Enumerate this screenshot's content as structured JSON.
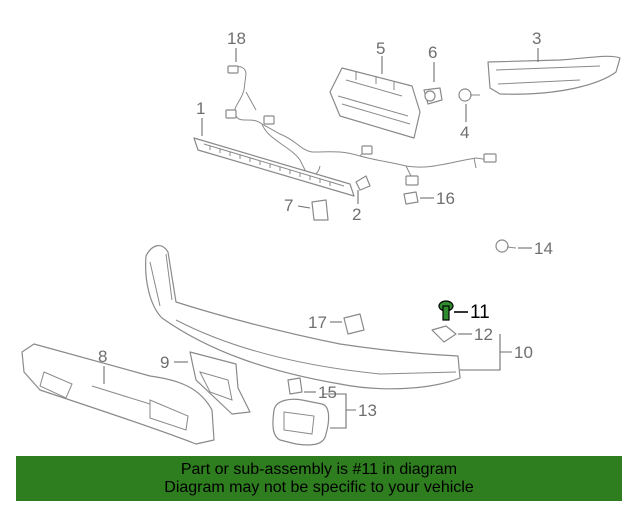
{
  "diagram": {
    "callouts": [
      {
        "id": "18",
        "label": "18"
      },
      {
        "id": "5",
        "label": "5"
      },
      {
        "id": "6",
        "label": "6"
      },
      {
        "id": "3",
        "label": "3"
      },
      {
        "id": "4",
        "label": "4"
      },
      {
        "id": "1",
        "label": "1"
      },
      {
        "id": "7",
        "label": "7"
      },
      {
        "id": "2",
        "label": "2"
      },
      {
        "id": "16",
        "label": "16"
      },
      {
        "id": "14",
        "label": "14"
      },
      {
        "id": "11",
        "label": "11"
      },
      {
        "id": "17",
        "label": "17"
      },
      {
        "id": "12",
        "label": "12"
      },
      {
        "id": "10",
        "label": "10"
      },
      {
        "id": "8",
        "label": "8"
      },
      {
        "id": "9",
        "label": "9"
      },
      {
        "id": "15",
        "label": "15"
      },
      {
        "id": "13",
        "label": "13"
      }
    ],
    "highlight_color": "#2e8b2e"
  },
  "banner": {
    "line1": "Part or sub-assembly is #11 in diagram",
    "line2": "Diagram may not be specific to your vehicle",
    "background": "#2e7d1f"
  }
}
